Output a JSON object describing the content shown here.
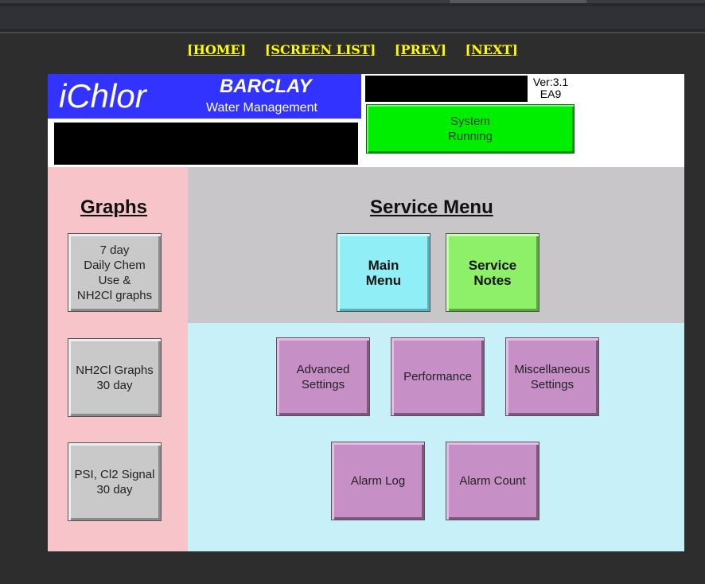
{
  "nav": {
    "home": "[HOME]",
    "screen_list": "[SCREEN LIST]",
    "prev": "[PREV]",
    "next": "[NEXT]"
  },
  "header": {
    "logo_main": "iChlor",
    "brand": "BARCLAY",
    "brand_sub": "Water Management",
    "version_line1": "Ver:3.1",
    "version_line2": "EA9",
    "status_line1": "System",
    "status_line2": "Running"
  },
  "graphs": {
    "title": "Graphs",
    "buttons": [
      "7 day\nDaily Chem\nUse &\nNH2Cl graphs",
      "NH2Cl Graphs\n30 day",
      "PSI, Cl2 Signal\n30 day"
    ]
  },
  "service": {
    "title": "Service Menu",
    "main_menu": "Main\nMenu",
    "service_notes": "Service\nNotes"
  },
  "settings": {
    "advanced": "Advanced\nSettings",
    "performance": "Performance",
    "misc": "Miscellaneous\nSettings",
    "alarm_log": "Alarm Log",
    "alarm_count": "Alarm Count"
  },
  "colors": {
    "page_bg": "#2d2d2d",
    "nav_link": "#ffff00",
    "logo_blue": "#3333ff",
    "status_green": "#00ee00",
    "graphs_bg": "#f7c5c9",
    "service_bg": "#c8c6c8",
    "settings_bg": "#c8f0f8",
    "settings_button": "#c68fc6"
  }
}
